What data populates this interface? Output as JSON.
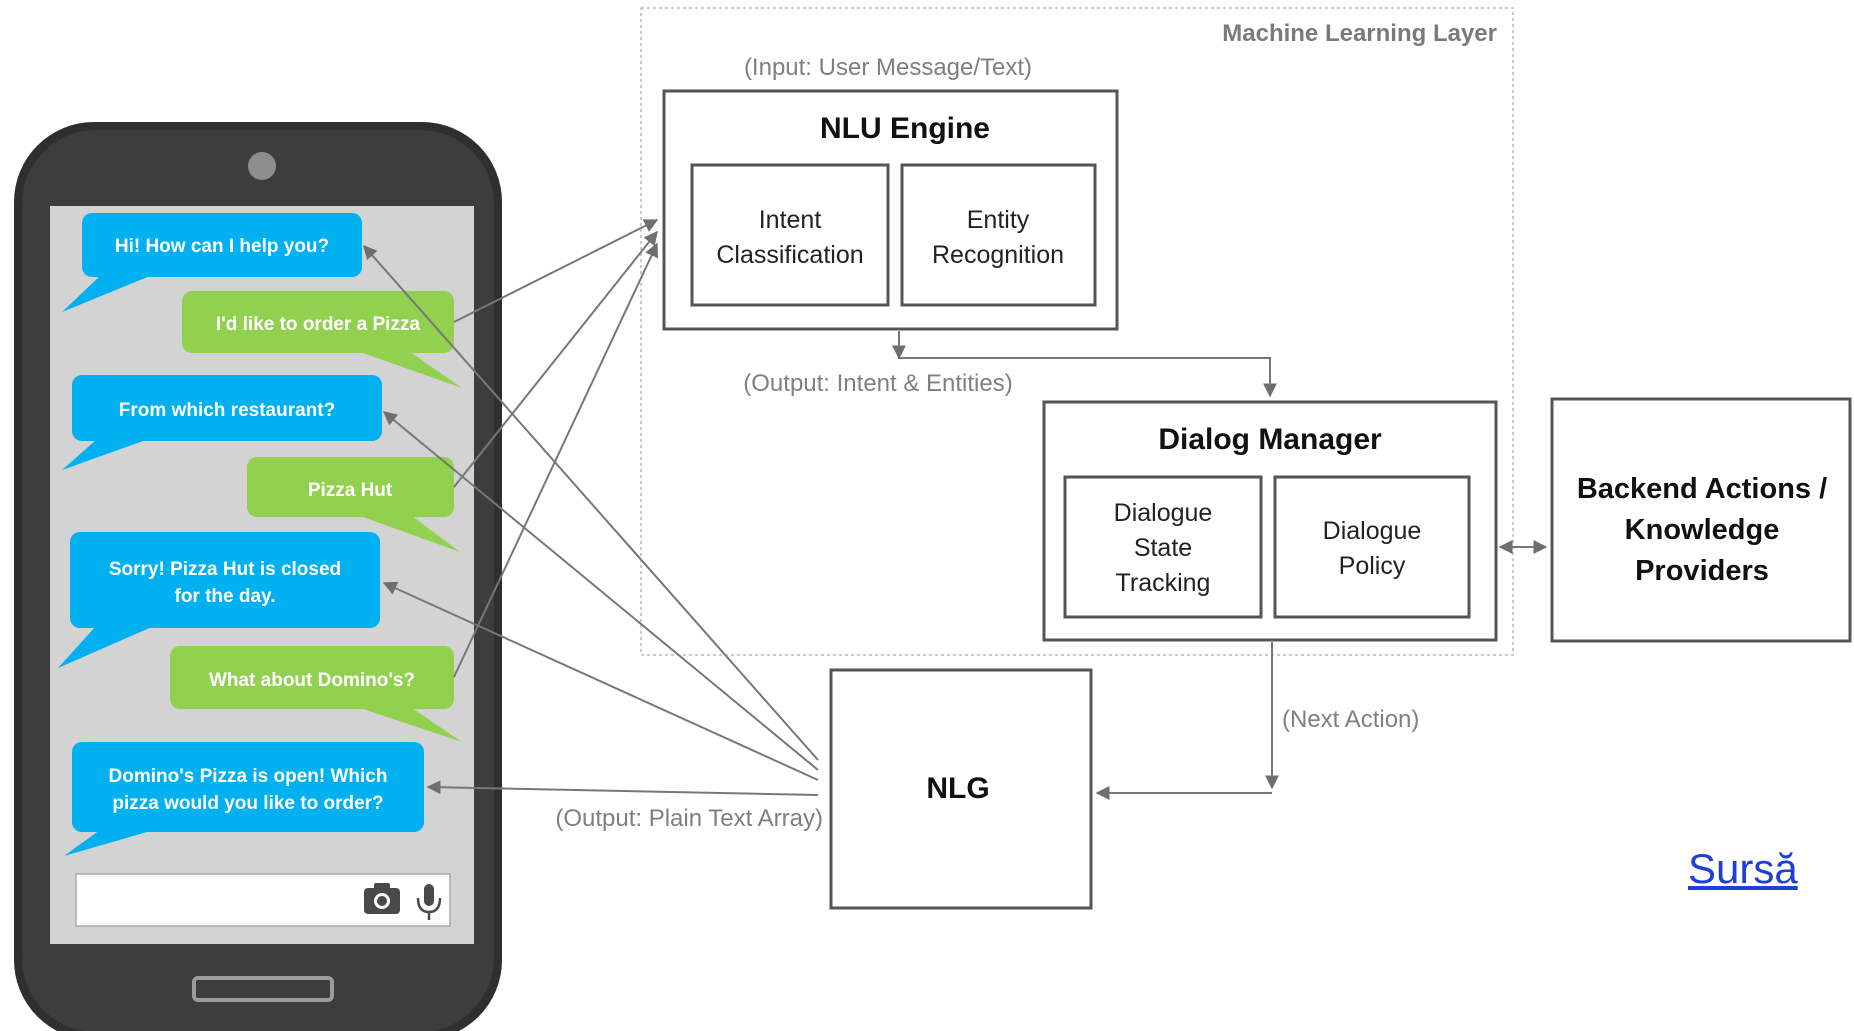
{
  "phone": {
    "messages": [
      {
        "text": [
          "Hi! How can I help you?"
        ],
        "sender": "bot"
      },
      {
        "text": [
          "I'd like to order a Pizza"
        ],
        "sender": "user"
      },
      {
        "text": [
          "From which restaurant?"
        ],
        "sender": "bot"
      },
      {
        "text": [
          "Pizza Hut"
        ],
        "sender": "user"
      },
      {
        "text": [
          "Sorry! Pizza Hut is closed",
          "for the day."
        ],
        "sender": "bot"
      },
      {
        "text": [
          "What about Domino's?"
        ],
        "sender": "user"
      },
      {
        "text": [
          "Domino's Pizza is open! Which",
          "pizza would you like to order?"
        ],
        "sender": "bot"
      }
    ],
    "input_icons": [
      "camera-icon",
      "microphone-icon"
    ]
  },
  "layer": {
    "title": "Machine Learning Layer"
  },
  "nlu": {
    "input_label": "(Input: User Message/Text)",
    "title": "NLU Engine",
    "intent": [
      "Intent",
      "Classification"
    ],
    "entity": [
      "Entity",
      "Recognition"
    ],
    "output_label": "(Output: Intent & Entities)"
  },
  "dialog": {
    "title": "Dialog Manager",
    "tracking": [
      "Dialogue",
      "State",
      "Tracking"
    ],
    "policy": [
      "Dialogue",
      "Policy"
    ],
    "next_label": "(Next Action)"
  },
  "backend": {
    "lines": [
      "Backend Actions /",
      "Knowledge",
      "Providers"
    ]
  },
  "nlg": {
    "title": "NLG",
    "output_label": "(Output: Plain Text Array)"
  },
  "source_link": "Sursă",
  "colors": {
    "bot": "#00b0f0",
    "user": "#92d050",
    "phone": "#3a3a3a",
    "screen": "#d4d4d4",
    "box": "#555555",
    "arrow": "#777777",
    "label": "#7f7f7f"
  }
}
